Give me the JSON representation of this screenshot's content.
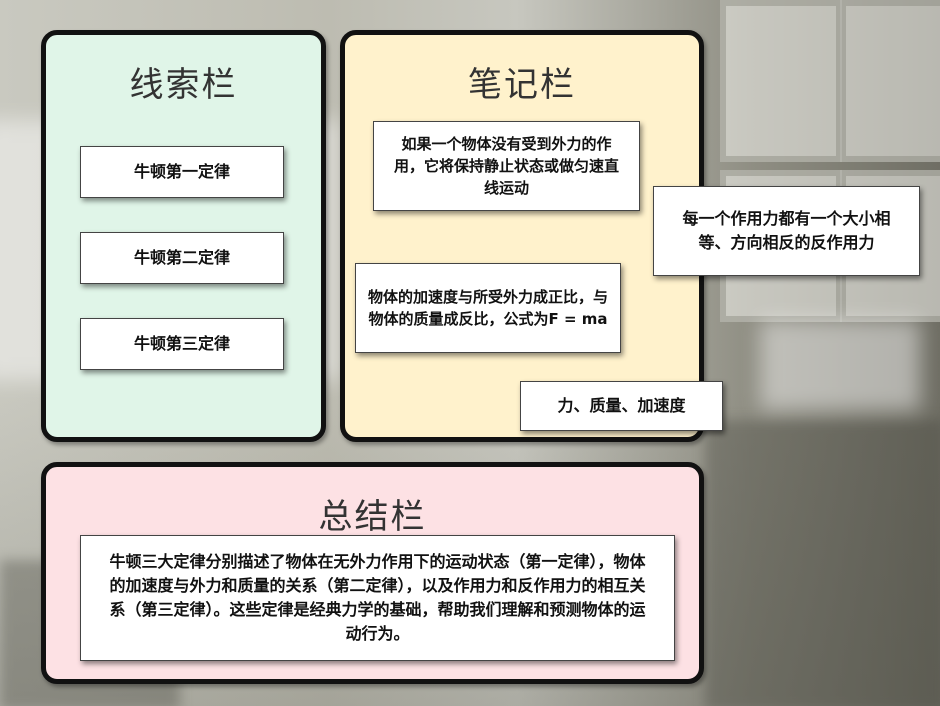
{
  "cue_column": {
    "title": "线索栏",
    "items": [
      "牛顿第一定律",
      "牛顿第二定律",
      "牛顿第三定律"
    ]
  },
  "notes_column": {
    "title": "笔记栏",
    "notes": [
      "如果一个物体没有受到外力的作用，它将保持静止状态或做匀速直线运动",
      "每一个作用力都有一个大小相等、方向相反的反作用力",
      "物体的加速度与所受外力成正比，与物体的质量成反比，公式为F = ma",
      "力、质量、加速度"
    ]
  },
  "summary": {
    "title": "总结栏",
    "text": "牛顿三大定律分别描述了物体在无外力作用下的运动状态（第一定律），物体的加速度与外力和质量的关系（第二定律），以及作用力和反作用力的相互关系（第三定律）。这些定律是经典力学的基础，帮助我们理解和预测物体的运动行为。"
  },
  "colors": {
    "cue_bg": "#e0f5e8",
    "notes_bg": "#fff2cc",
    "summary_bg": "#fde1e4",
    "border": "#111111"
  }
}
